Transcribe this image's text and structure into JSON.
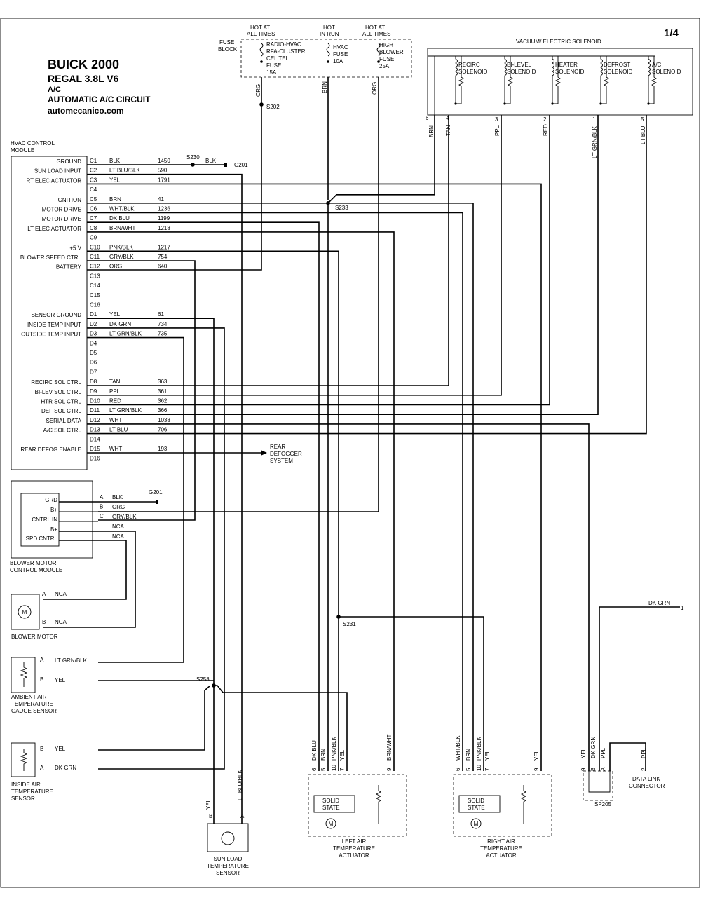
{
  "page_number": "1/4",
  "title": {
    "line1": "BUICK 2000",
    "line2": "REGAL  3.8L  V6",
    "line3": "A/C",
    "line4": "AUTOMATIC A/C CIRCUIT",
    "line5": "automecanico.com"
  },
  "fuse_block": {
    "label1": "FUSE",
    "label2": "BLOCK",
    "hot1a": "HOT AT",
    "hot1b": "ALL TIMES",
    "hot2a": "HOT",
    "hot2b": "IN RUN",
    "hot3a": "HOT AT",
    "hot3b": "ALL TIMES",
    "f1": [
      "RADIO-HVAC",
      "RFA-CLUSTER",
      "CEL TEL",
      "FUSE",
      "15A"
    ],
    "f2": [
      "HVAC",
      "FUSE",
      "10A"
    ],
    "f3": [
      "HIGH",
      "BLOWER",
      "FUSE",
      "25A"
    ],
    "w_org": "ORG",
    "w_brn": "BRN",
    "w_org2": "ORG",
    "s202": "S202"
  },
  "solenoid": {
    "title": "VACUUM/ ELECTRIC SOLENOID",
    "names": [
      [
        "RECIRC",
        "SOLENOID"
      ],
      [
        "BI-LEVEL",
        "SOLENOID"
      ],
      [
        "HEATER",
        "SOLENOID"
      ],
      [
        "DEFROST",
        "SOLENOID"
      ],
      [
        "A/C",
        "SOLENOID"
      ]
    ],
    "pins": [
      "6",
      "4",
      "3",
      "2",
      "1",
      "5"
    ],
    "wires": [
      "BRN",
      "TAN",
      "PPL",
      "RED",
      "LT GRN/BLK",
      "LT BLU"
    ]
  },
  "hvac": {
    "title1": "HVAC CONTROL",
    "title2": "MODULE",
    "rows": [
      {
        "label": "GROUND",
        "pin": "C1",
        "color": "BLK",
        "circuit": "1450"
      },
      {
        "label": "SUN LOAD INPUT",
        "pin": "C2",
        "color": "LT BLU/BLK",
        "circuit": "590"
      },
      {
        "label": "RT ELEC ACTUATOR",
        "pin": "C3",
        "color": "YEL",
        "circuit": "1791"
      },
      {
        "label": "",
        "pin": "C4",
        "color": "",
        "circuit": ""
      },
      {
        "label": "IGNITION",
        "pin": "C5",
        "color": "BRN",
        "circuit": "41"
      },
      {
        "label": "MOTOR DRIVE",
        "pin": "C6",
        "color": "WHT/BLK",
        "circuit": "1236"
      },
      {
        "label": "MOTOR DRIVE",
        "pin": "C7",
        "color": "DK BLU",
        "circuit": "1199"
      },
      {
        "label": "LT ELEC ACTUATOR",
        "pin": "C8",
        "color": "BRN/WHT",
        "circuit": "1218"
      },
      {
        "label": "",
        "pin": "C9",
        "color": "",
        "circuit": ""
      },
      {
        "label": "+5 V",
        "pin": "C10",
        "color": "PNK/BLK",
        "circuit": "1217"
      },
      {
        "label": "BLOWER SPEED CTRL",
        "pin": "C11",
        "color": "GRY/BLK",
        "circuit": "754"
      },
      {
        "label": "BATTERY",
        "pin": "C12",
        "color": "ORG",
        "circuit": "640"
      },
      {
        "label": "",
        "pin": "C13",
        "color": "",
        "circuit": ""
      },
      {
        "label": "",
        "pin": "C14",
        "color": "",
        "circuit": ""
      },
      {
        "label": "",
        "pin": "C15",
        "color": "",
        "circuit": ""
      },
      {
        "label": "",
        "pin": "C16",
        "color": "",
        "circuit": ""
      },
      {
        "label": "SENSOR GROUND",
        "pin": "D1",
        "color": "YEL",
        "circuit": "61"
      },
      {
        "label": "INSIDE TEMP INPUT",
        "pin": "D2",
        "color": "DK GRN",
        "circuit": "734"
      },
      {
        "label": "OUTSIDE TEMP INPUT",
        "pin": "D3",
        "color": "LT GRN/BLK",
        "circuit": "735"
      },
      {
        "label": "",
        "pin": "D4",
        "color": "",
        "circuit": ""
      },
      {
        "label": "",
        "pin": "D5",
        "color": "",
        "circuit": ""
      },
      {
        "label": "",
        "pin": "D6",
        "color": "",
        "circuit": ""
      },
      {
        "label": "",
        "pin": "D7",
        "color": "",
        "circuit": ""
      },
      {
        "label": "RECIRC SOL CTRL",
        "pin": "D8",
        "color": "TAN",
        "circuit": "363"
      },
      {
        "label": "BI-LEV SOL CTRL",
        "pin": "D9",
        "color": "PPL",
        "circuit": "361"
      },
      {
        "label": "HTR SOL CTRL",
        "pin": "D10",
        "color": "RED",
        "circuit": "362"
      },
      {
        "label": "DEF SOL CTRL",
        "pin": "D11",
        "color": "LT GRN/BLK",
        "circuit": "366"
      },
      {
        "label": "SERIAL DATA",
        "pin": "D12",
        "color": "WHT",
        "circuit": "1038"
      },
      {
        "label": "A/C SOL CTRL",
        "pin": "D13",
        "color": "LT BLU",
        "circuit": "706"
      },
      {
        "label": "",
        "pin": "D14",
        "color": "",
        "circuit": ""
      },
      {
        "label": "REAR DEFOG ENABLE",
        "pin": "D15",
        "color": "WHT",
        "circuit": "193"
      },
      {
        "label": "",
        "pin": "D16",
        "color": "",
        "circuit": ""
      }
    ]
  },
  "splices": {
    "s230": "S230",
    "s233": "S233",
    "s231": "S231",
    "s258": "S258",
    "g201a": "G201",
    "g201b": "G201",
    "blk": "BLK"
  },
  "rear_defog": [
    "REAR",
    "DEFOGGER",
    "SYSTEM"
  ],
  "blower_module": {
    "labels": [
      "GRD",
      "B+",
      "CNTRL IN",
      "B+",
      "SPD CNTRL"
    ],
    "pins": [
      "A",
      "B",
      "C"
    ],
    "colors": [
      "BLK",
      "ORG",
      "GRY/BLK",
      "NCA",
      "NCA"
    ],
    "name1": "BLOWER MOTOR",
    "name2": "CONTROL MODULE"
  },
  "blower_motor": {
    "pins": [
      "A",
      "B"
    ],
    "colors": [
      "NCA",
      "NCA"
    ],
    "name": "BLOWER MOTOR",
    "m": "M"
  },
  "ambient": {
    "pins": [
      "A",
      "B"
    ],
    "colors": [
      "LT GRN/BLK",
      "YEL"
    ],
    "name": [
      "AMBIENT AIR",
      "TEMPERATURE",
      "GAUGE SENSOR"
    ]
  },
  "inside": {
    "pins": [
      "B",
      "A"
    ],
    "colors": [
      "YEL",
      "DK GRN"
    ],
    "name": [
      "INSIDE AIR",
      "TEMPERATURE",
      "SENSOR"
    ]
  },
  "sunload": {
    "pins": [
      "B",
      "A"
    ],
    "colors": [
      "YEL",
      "LT BLU/BLK"
    ],
    "name": [
      "SUN LOAD",
      "TEMPERATURE",
      "SENSOR"
    ]
  },
  "left_act": {
    "pins": [
      "6",
      "5",
      "10",
      "7",
      "9"
    ],
    "colors": [
      "DK BLU",
      "BRN",
      "PNK/BLK",
      "YEL",
      "BRN/WHT"
    ],
    "solid": [
      "SOLID",
      "STATE"
    ],
    "m": "M",
    "name": [
      "LEFT AIR",
      "TEMPERATURE",
      "ACTUATOR"
    ]
  },
  "right_act": {
    "pins": [
      "6",
      "5",
      "10",
      "7",
      "9"
    ],
    "colors": [
      "WHT/BLK",
      "BRN",
      "PNK/BLK",
      "YEL",
      "YEL"
    ],
    "solid": [
      "SOLID",
      "STATE"
    ],
    "m": "M",
    "name": [
      "RIGHT AIR",
      "TEMPERATURE",
      "ACTUATOR"
    ]
  },
  "sp205": {
    "pins": [
      "9",
      "B",
      "A"
    ],
    "colors": [
      "YEL",
      "DK GRN",
      "PPL"
    ],
    "name": "SP205"
  },
  "dlc": {
    "pin": "2",
    "color": "PPL",
    "name": [
      "DATA LINK",
      "CONNECTOR"
    ],
    "dkgrn": "DK GRN",
    "pin1": "1"
  }
}
